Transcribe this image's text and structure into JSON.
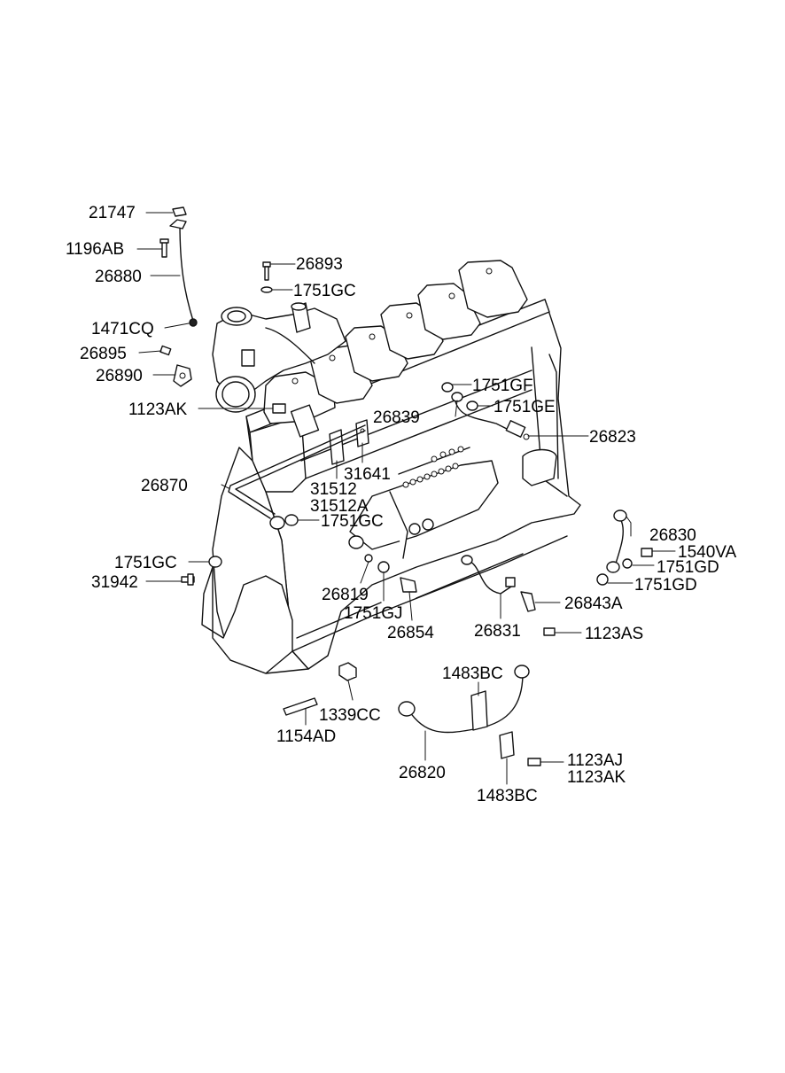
{
  "parts": [
    {
      "id": "p21747",
      "label": "21747"
    },
    {
      "id": "p1196ab",
      "label": "1196AB"
    },
    {
      "id": "p26880",
      "label": "26880"
    },
    {
      "id": "p1471cq",
      "label": "1471CQ"
    },
    {
      "id": "p26895",
      "label": "26895"
    },
    {
      "id": "p26890",
      "label": "26890"
    },
    {
      "id": "p1123ak_top",
      "label": "1123AK"
    },
    {
      "id": "p26893",
      "label": "26893"
    },
    {
      "id": "p1751gc_top",
      "label": "1751GC"
    },
    {
      "id": "p1751gf",
      "label": "1751GF"
    },
    {
      "id": "p26839",
      "label": "26839"
    },
    {
      "id": "p1751ge",
      "label": "1751GE"
    },
    {
      "id": "p26823",
      "label": "26823"
    },
    {
      "id": "p31641",
      "label": "31641"
    },
    {
      "id": "p31512",
      "label": "31512"
    },
    {
      "id": "p31512a",
      "label": "31512A"
    },
    {
      "id": "p26870",
      "label": "26870"
    },
    {
      "id": "p1751gc_mid",
      "label": "1751GC"
    },
    {
      "id": "p1751gc_left",
      "label": "1751GC"
    },
    {
      "id": "p31942",
      "label": "31942"
    },
    {
      "id": "p26830",
      "label": "26830"
    },
    {
      "id": "p1540va",
      "label": "1540VA"
    },
    {
      "id": "p1751gd_a",
      "label": "1751GD"
    },
    {
      "id": "p1751gd_b",
      "label": "1751GD"
    },
    {
      "id": "p26819",
      "label": "26819"
    },
    {
      "id": "p1751gj",
      "label": "1751GJ"
    },
    {
      "id": "p26854",
      "label": "26854"
    },
    {
      "id": "p26831",
      "label": "26831"
    },
    {
      "id": "p26843a",
      "label": "26843A"
    },
    {
      "id": "p1123as",
      "label": "1123AS"
    },
    {
      "id": "p1483bc_top",
      "label": "1483BC"
    },
    {
      "id": "p1339cc",
      "label": "1339CC"
    },
    {
      "id": "p1154ad",
      "label": "1154AD"
    },
    {
      "id": "p26820",
      "label": "26820"
    },
    {
      "id": "p1123aj",
      "label": "1123AJ"
    },
    {
      "id": "p1123ak_bot",
      "label": "1123AK"
    },
    {
      "id": "p1483bc_bot",
      "label": "1483BC"
    }
  ]
}
